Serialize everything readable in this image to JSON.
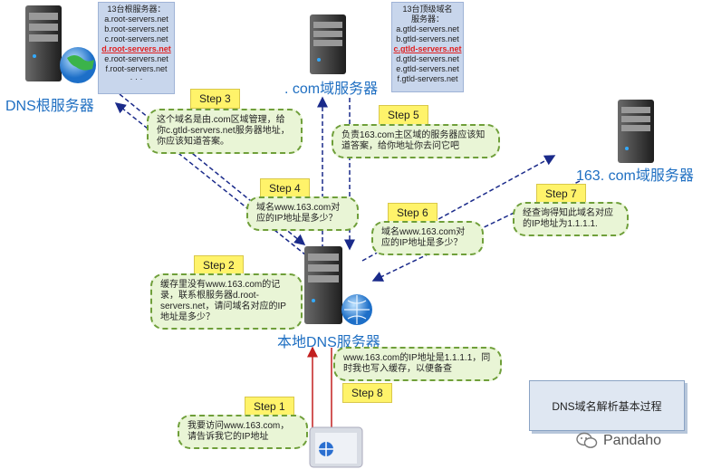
{
  "root_server": {
    "label": "DNS根服务器",
    "list_title": "13台根服务器：",
    "list": [
      "a.root-servers.net",
      "b.root-servers.net",
      "c.root-servers.net",
      "d.root-servers.net",
      "e.root-servers.net",
      "f.root-servers.net",
      "· · ·"
    ],
    "highlight_index": 3
  },
  "com_server": {
    "label": ". com域服务器",
    "list_title": "13台顶级域名服务器：",
    "list": [
      "a.gtld-servers.net",
      "b.gtld-servers.net",
      "c.gtld-servers.net",
      "d.gtld-servers.net",
      "e.gtld-servers.net",
      "f.gtld-servers.net"
    ],
    "highlight_index": 2
  },
  "server_163": {
    "label": "163. com域服务器"
  },
  "local_server": {
    "label": "本地DNS服务器"
  },
  "steps": {
    "s1": "Step 1",
    "s2": "Step 2",
    "s3": "Step 3",
    "s4": "Step 4",
    "s5": "Step 5",
    "s6": "Step 6",
    "s7": "Step 7",
    "s8": "Step 8"
  },
  "bubbles": {
    "b1": "我要访问www.163.com，请告诉我它的IP地址",
    "b2": "缓存里没有www.163.com的记录，联系根服务器d.root-servers.net，请问域名对应的IP地址是多少？",
    "b3": "这个域名是由.com区域管理，给你c.gtld-servers.net服务器地址，你应该知道答案。",
    "b4": "域名www.163.com对应的IP地址是多少？",
    "b5": "负责163.com主区域的服务器应该知道答案，给你地址你去问它吧",
    "b6": "域名www.163.com对应的IP地址是多少？",
    "b7": "经查询得知此域名对应的IP地址为1.1.1.1.",
    "b8": "www.163.com的IP地址是1.1.1.1，同时我也写入缓存，以便备查"
  },
  "title_box": "DNS域名解析基本过程",
  "watermark": "Pandaho",
  "colors": {
    "label_blue": "#1f6fc2",
    "step_yellow": "#fff36a",
    "bubble_green": "#e9f5d6",
    "arrow_navy": "#1a2a8a",
    "arrow_red": "#c21f1f"
  }
}
